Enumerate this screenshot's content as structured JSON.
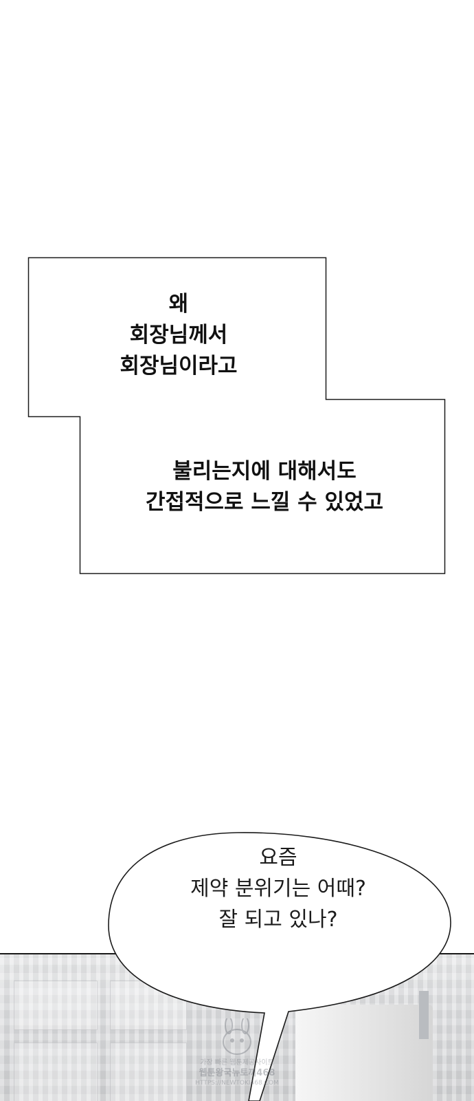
{
  "caption": {
    "top_lines": "왜\n회장님께서\n회장님이라고",
    "bottom_lines": "불리는지에 대해서도\n간접적으로 느낄 수 있었고"
  },
  "speech_bubble": {
    "text": "요즘\n제약 분위기는 어때?\n잘 되고 있나?"
  },
  "watermark": {
    "line1": "가장 빠른 웹툰제공사이트",
    "line2": "웹툰왕국뉴토끼468",
    "line3": "HTTPS://NEWTOKI468.COM"
  }
}
